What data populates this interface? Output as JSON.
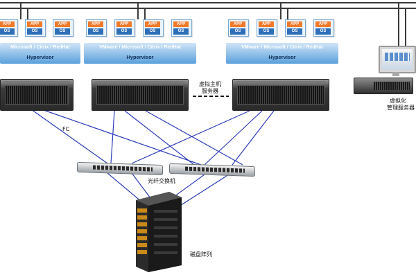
{
  "colors": {
    "app_tile": "#f07a2a",
    "os_tile": "#2f6fb7",
    "hypervisor_band": "#5aa0dc",
    "fc_link": "#2a3bb8",
    "top_network": "#3a3a3a"
  },
  "vm_tile": {
    "app": "APP",
    "os": "OS"
  },
  "hypervisor_groups": [
    {
      "vendors": "Microsoft / Citrix / RedHat",
      "label": "Hypervisor"
    },
    {
      "vendors": "VMware / Microsoft / Citrix / RedHat",
      "label": "Hypervisor"
    },
    {
      "vendors": "VMware / Microsoft / Citrix / RedHat",
      "label": "Hypervisor"
    }
  ],
  "labels": {
    "virtual_host_line1": "虚拟主机",
    "virtual_host_line2": "服务器",
    "fc": "FC",
    "fc_switch": "光纤交换机",
    "mgmt_line1": "虚拟化",
    "mgmt_line2": "管理服务器",
    "disk_array": "磁盘阵列"
  },
  "icons": [
    "server-icon",
    "fc-switch-icon",
    "storage-array-icon",
    "monitor-icon"
  ]
}
